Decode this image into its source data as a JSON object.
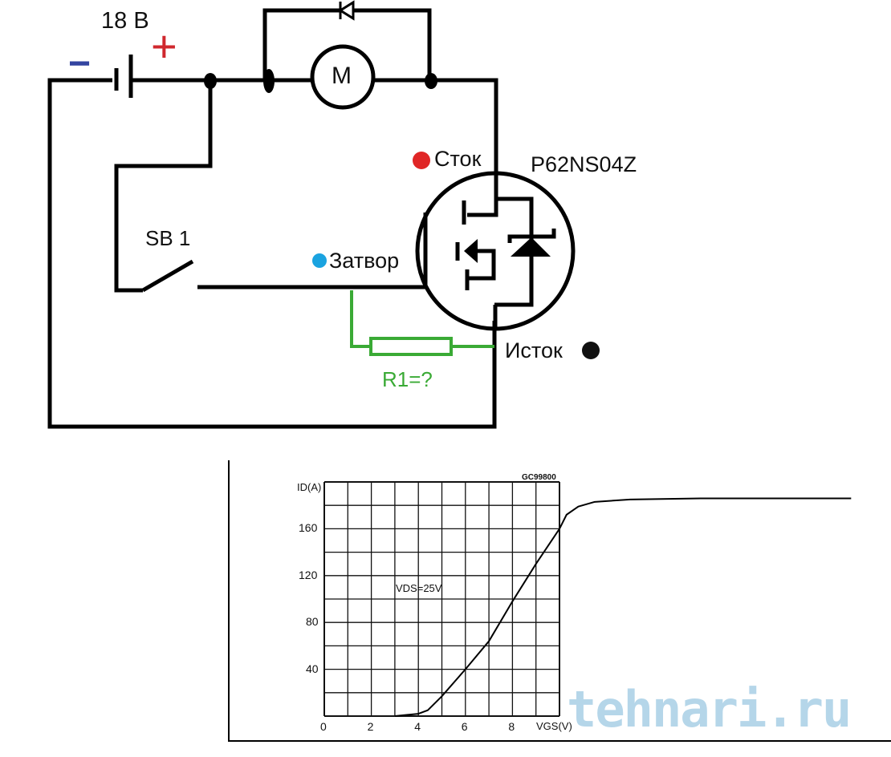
{
  "circuit": {
    "battery_voltage": "18 В",
    "plus_sign": "+",
    "minus_sign": "−",
    "motor": "M",
    "switch": "SB 1",
    "drain": "Сток",
    "gate": "Затвор",
    "source": "Исток",
    "transistor": "P62NS04Z",
    "resistor": "R1=?",
    "colors": {
      "plus": "#d0282e",
      "minus": "#3344a0",
      "drain_dot": "#e02626",
      "gate_dot": "#1aa3e0",
      "source_dot": "#111111",
      "resistor": "#3aaa35"
    }
  },
  "watermark": "tehnari.ru",
  "chart_data": {
    "type": "line",
    "code": "GC99800",
    "ylabel": "ID(A)",
    "xlabel": "VGS(V)",
    "annotation": "VDS=25V",
    "xlim": [
      0,
      10
    ],
    "ylim": [
      0,
      200
    ],
    "xticks": [
      "0",
      "2",
      "4",
      "6",
      "8"
    ],
    "yticks": [
      "40",
      "80",
      "120",
      "160"
    ],
    "grid": true,
    "series": [
      {
        "name": "ID",
        "x": [
          3,
          4,
          4.4,
          5,
          6,
          7,
          8,
          9,
          10
        ],
        "y": [
          0,
          2,
          5,
          17,
          40,
          64,
          98,
          130,
          160
        ]
      }
    ],
    "extension": {
      "x": [
        10,
        10.3,
        10.8,
        11.5,
        13,
        16,
        22.4
      ],
      "y": [
        160,
        172,
        179,
        183,
        185,
        186,
        186
      ]
    }
  }
}
